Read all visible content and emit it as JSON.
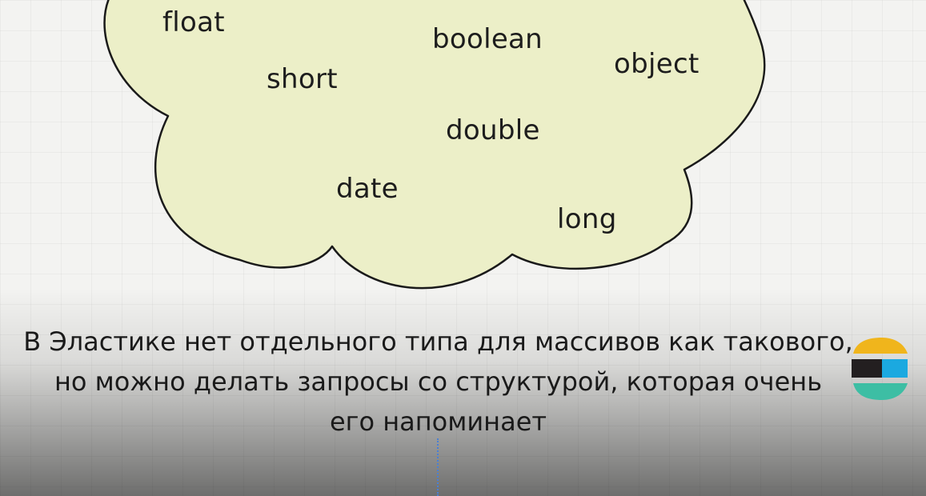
{
  "cloud": {
    "words": [
      "float",
      "boolean",
      "object",
      "short",
      "double",
      "date",
      "long"
    ]
  },
  "caption": {
    "line1": "В Эластике нет отдельного типа для массивов как такового,",
    "line2": "но можно делать запросы со структурой, которая очень",
    "line3": "его напоминает"
  },
  "colors": {
    "cloud_fill": "#ecefc8",
    "cloud_stroke": "#1a1a1a",
    "logo_yellow": "#f0b51c",
    "logo_black": "#231f20",
    "logo_blue": "#1ba9e0",
    "logo_teal": "#3dbea4"
  },
  "icons": {
    "logo": "elastic-logo-icon"
  }
}
